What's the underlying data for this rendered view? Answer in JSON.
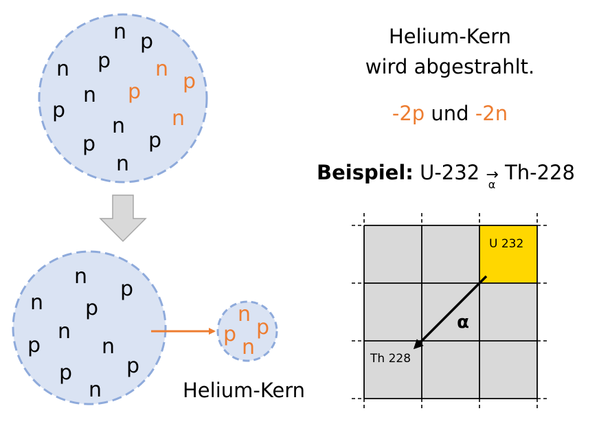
{
  "colors": {
    "nucleus_fill": "#dae3f3",
    "nucleus_stroke": "#8eaadb",
    "accent": "#ed7d31",
    "text": "#000000",
    "arrow_gray": "#d9d9d9",
    "grid_cell": "#d9d9d9",
    "highlight": "#ffd700"
  },
  "info": {
    "title_line1": "Helium-Kern",
    "title_line2": "wird abgestrahlt.",
    "change_p": "-2p",
    "change_and": " und ",
    "change_n": "-2n",
    "example_label": "Beispiel:",
    "example_from": " U-232 ",
    "example_arrow": "→",
    "example_arrow_sub": "α",
    "example_to": " Th-228"
  },
  "top_nucleus": {
    "black_letters": [
      "n",
      "p",
      "n",
      "p",
      "n",
      "p",
      "n",
      "p",
      "p",
      "n"
    ],
    "orange_letters": [
      "n",
      "p",
      "p",
      "n"
    ]
  },
  "bottom_nucleus": {
    "letters": [
      "n",
      "p",
      "n",
      "p",
      "n",
      "p",
      "n",
      "p",
      "p",
      "n"
    ]
  },
  "helium": {
    "letters": [
      "n",
      "p",
      "p",
      "n"
    ],
    "label": "Helium-Kern"
  },
  "grid": {
    "start_label": "U 232",
    "end_label": "Th 228",
    "decay_symbol": "α"
  }
}
